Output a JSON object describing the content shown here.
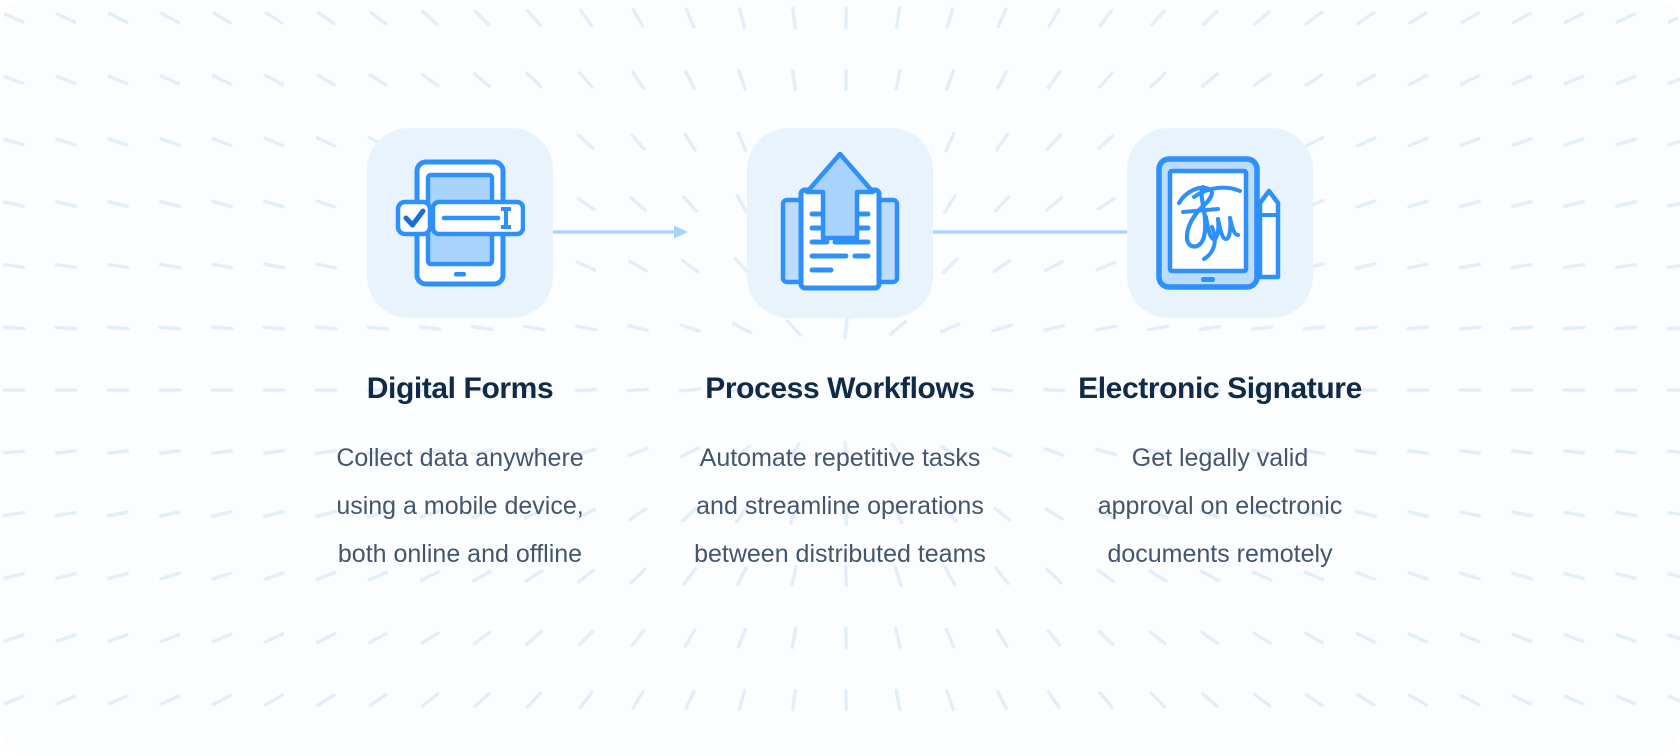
{
  "card": {
    "background_color": "#fbfdfe",
    "pattern_color": "#e4eefb",
    "accent_color": "#2e90fa",
    "accent_light_color": "#a8d3fd",
    "tile_color": "#e8f3fe",
    "title_color": "#102a47",
    "body_color": "#44566c"
  },
  "steps": [
    {
      "icon": "tablet-form-checkbox-icon",
      "title": "Digital Forms",
      "description": "Collect data anywhere using a mobile device, both online and offline",
      "description_lines": [
        "Collect data anywhere",
        "using a mobile device,",
        "both online and offline"
      ]
    },
    {
      "icon": "document-upload-arrow-icon",
      "title": "Process Workflows",
      "description": "Automate repetitive tasks and streamline operations between distributed teams",
      "description_lines": [
        "Automate repetitive tasks",
        "and streamline operations",
        "between distributed teams"
      ]
    },
    {
      "icon": "tablet-signature-pen-icon",
      "title": "Electronic Signature",
      "description": "Get legally valid approval on electronic documents remotely",
      "description_lines": [
        "Get legally valid",
        "approval on electronic",
        "documents remotely"
      ]
    }
  ],
  "connectors": [
    {
      "name": "connector-step1-to-step2",
      "marker": "dot",
      "arrowhead": "triangle"
    },
    {
      "name": "connector-step2-to-step3",
      "marker": "dot",
      "arrowhead": "triangle"
    }
  ]
}
